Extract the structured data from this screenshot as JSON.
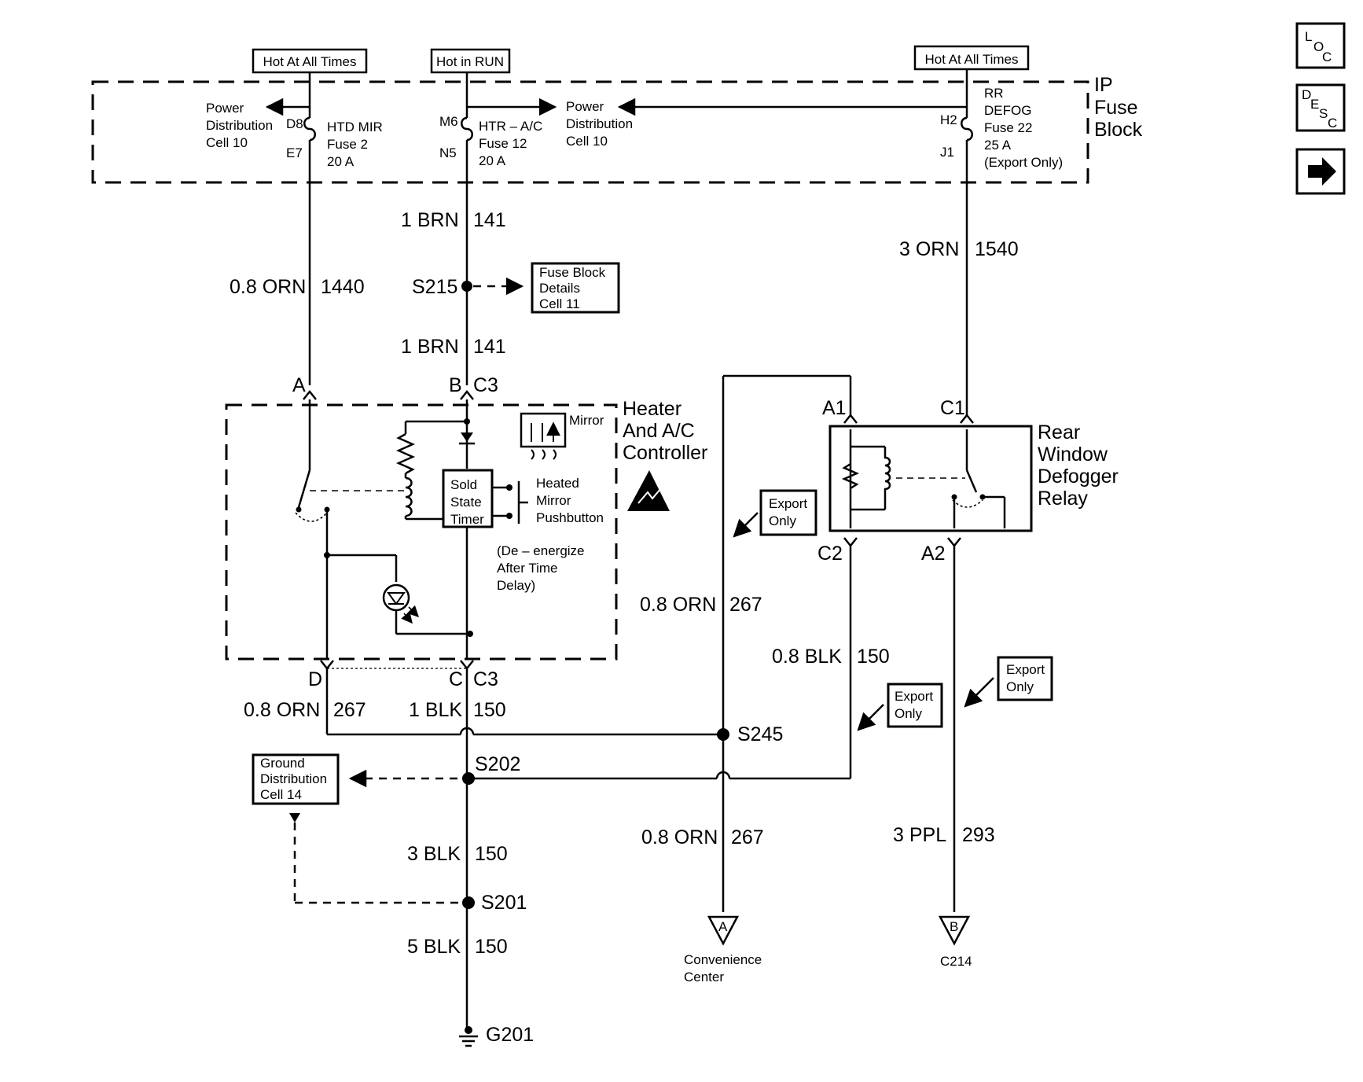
{
  "tags": {
    "hot_all_times_left": "Hot At All Times",
    "hot_in_run": "Hot in RUN",
    "hot_all_times_right": "Hot At All Times"
  },
  "fuse_block": {
    "title": [
      "IP",
      "Fuse",
      "Block"
    ],
    "power_dist_left": [
      "Power",
      "Distribution",
      "Cell 10"
    ],
    "power_dist_mid": [
      "Power",
      "Distribution",
      "Cell 10"
    ],
    "htd_mir": [
      "HTD MIR",
      "Fuse 2",
      "20 A"
    ],
    "htr_ac": [
      "HTR – A/C",
      "Fuse 12",
      "20 A"
    ],
    "rr_defog": [
      "RR",
      "DEFOG",
      "Fuse 22",
      "25 A",
      "(Export Only)"
    ],
    "pins": {
      "d8": "D8",
      "e7": "E7",
      "m6": "M6",
      "n5": "N5",
      "h2": "H2",
      "j1": "J1"
    }
  },
  "wires": {
    "w_orn_1440": [
      "0.8 ORN",
      "1440"
    ],
    "w_brn_141_top": [
      "1 BRN",
      "141"
    ],
    "w_brn_141_bot": [
      "1 BRN",
      "141"
    ],
    "w_orn_1540": [
      "3 ORN",
      "1540"
    ],
    "w_orn_267_mid": [
      "0.8 ORN",
      "267"
    ],
    "w_blk_150_relay": [
      "0.8 BLK",
      "150"
    ],
    "w_orn_267_left": [
      "0.8 ORN",
      "267"
    ],
    "w_blk_150_left": [
      "1 BLK",
      "150"
    ],
    "w_blk_150_3": [
      "3 BLK",
      "150"
    ],
    "w_blk_150_5": [
      "5 BLK",
      "150"
    ],
    "w_orn_267_low": [
      "0.8 ORN",
      "267"
    ],
    "w_ppl_293": [
      "3 PPL",
      "293"
    ]
  },
  "splices": {
    "s215": "S215",
    "s245": "S245",
    "s202": "S202",
    "s201": "S201",
    "g201": "G201"
  },
  "boxes": {
    "fuse_block_details": [
      "Fuse Block",
      "Details",
      "Cell 11"
    ],
    "ground_distribution": [
      "Ground",
      "Distribution",
      "Cell 14"
    ],
    "export_only_1": [
      "Export",
      "Only"
    ],
    "export_only_2": [
      "Export",
      "Only"
    ],
    "export_only_3": [
      "Export",
      "Only"
    ]
  },
  "controller": {
    "title": [
      "Heater",
      "And A/C",
      "Controller"
    ],
    "mirror": "Mirror",
    "timer": [
      "Sold",
      "State",
      "Timer"
    ],
    "pushbutton": [
      "Heated",
      "Mirror",
      "Pushbutton"
    ],
    "note": [
      "(De – energize",
      "After Time",
      "Delay)"
    ],
    "conn_a": "A",
    "conn_b": "B",
    "conn_c3_top": "C3",
    "conn_d": "D",
    "conn_c": "C",
    "conn_c3_bot": "C3"
  },
  "relay": {
    "title": [
      "Rear",
      "Window",
      "Defogger",
      "Relay"
    ],
    "a1": "A1",
    "c1": "C1",
    "c2": "C2",
    "a2": "A2"
  },
  "terminals": {
    "a_letter": "A",
    "a_label": [
      "Convenience",
      "Center"
    ],
    "b_letter": "B",
    "b_label": "C214"
  },
  "nav": {
    "loc": [
      "L",
      "O",
      "C"
    ],
    "desc": [
      "D",
      "E",
      "S",
      "C"
    ],
    "next_icon": "arrow-right-icon"
  }
}
